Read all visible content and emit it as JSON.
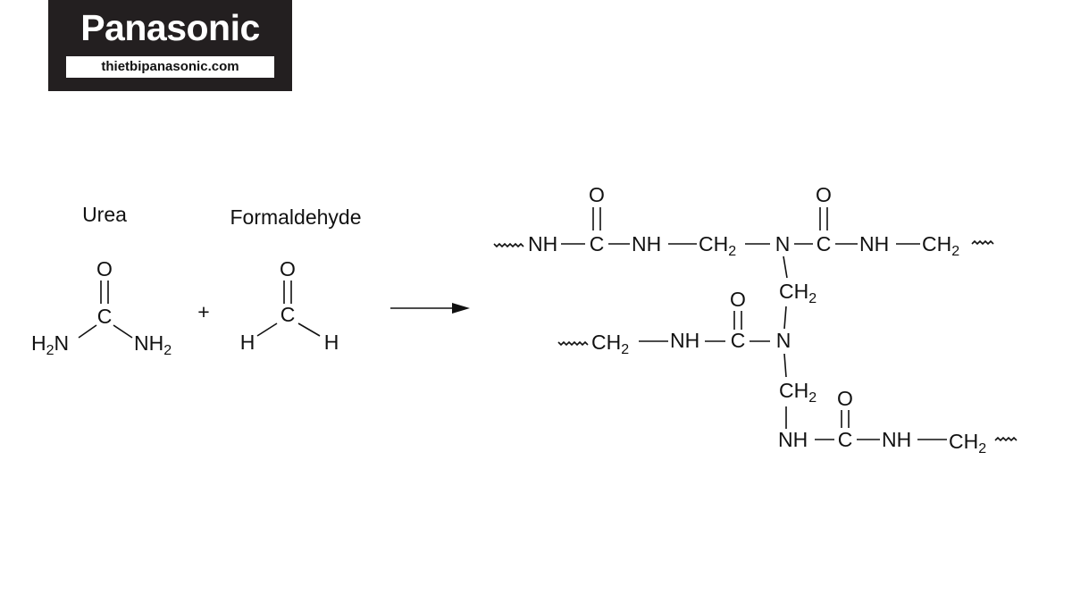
{
  "logo": {
    "brand": "Panasonic",
    "site": "thietbipanasonic.com"
  },
  "labels": {
    "urea": "Urea",
    "formaldehyde": "Formaldehyde",
    "plus": "+"
  },
  "atoms": {
    "O": "O",
    "C": "C",
    "N": "N",
    "NH": "NH",
    "CH": "CH",
    "H": "H",
    "two": "2"
  }
}
